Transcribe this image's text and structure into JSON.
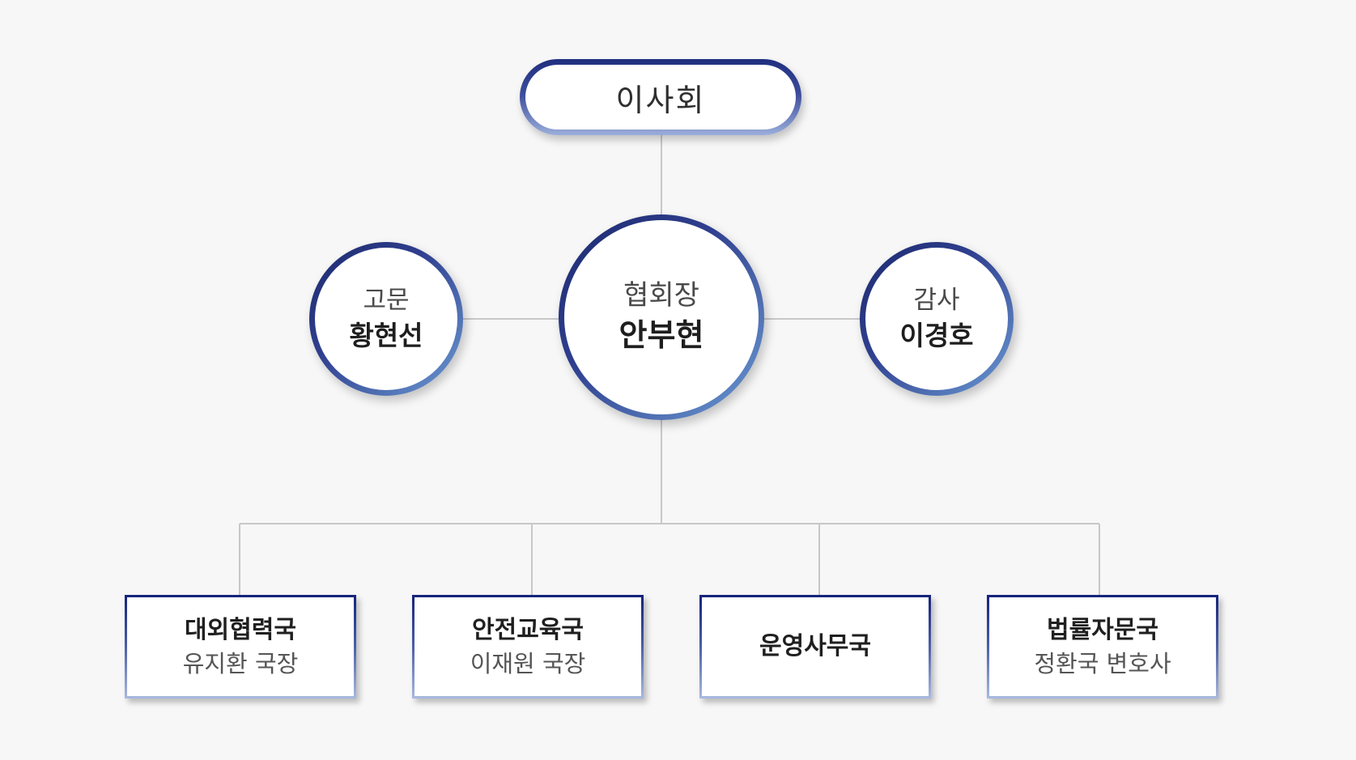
{
  "board": {
    "label": "이사회"
  },
  "advisor": {
    "role": "고문",
    "name": "황현선"
  },
  "president": {
    "role": "협회장",
    "name": "안부현"
  },
  "auditor": {
    "role": "감사",
    "name": "이경호"
  },
  "departments": [
    {
      "name": "대외협력국",
      "head": "유지환 국장"
    },
    {
      "name": "안전교육국",
      "head": "이재원 국장"
    },
    {
      "name": "운영사무국",
      "head": ""
    },
    {
      "name": "법률자문국",
      "head": "정환국 변호사"
    }
  ],
  "colors": {
    "line": "#c8c8c8",
    "border_dark": "#1f2f7e",
    "border_light": "#6c9bd3",
    "background": "#f7f7f7"
  }
}
